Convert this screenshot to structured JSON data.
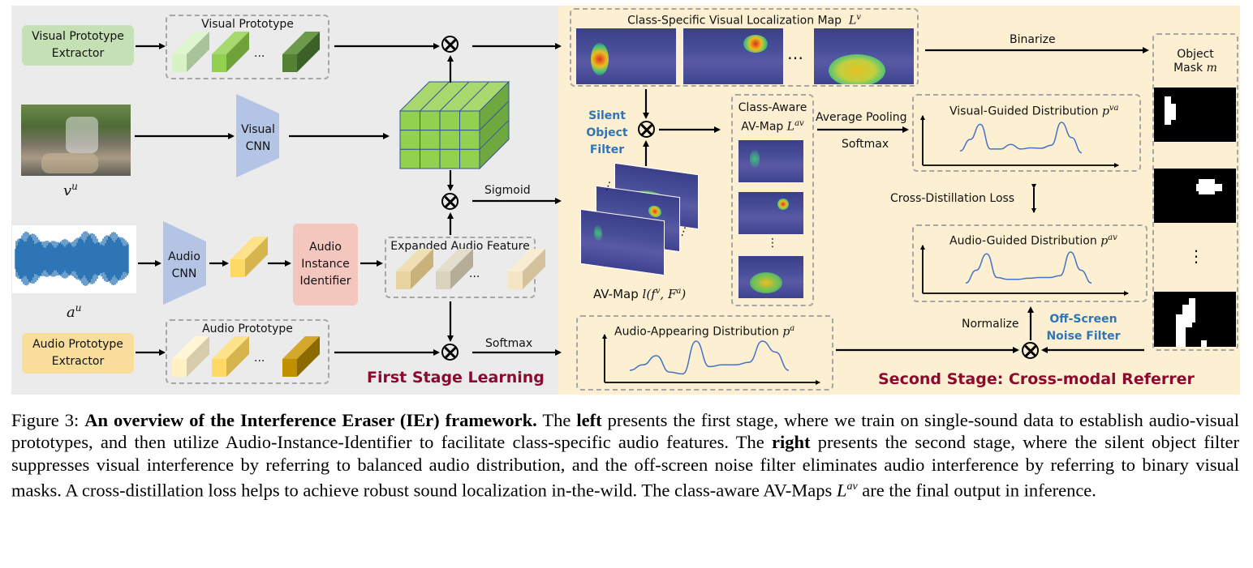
{
  "figure": {
    "left_stage": {
      "title": "First Stage Learning",
      "visual_prototype_extractor": "Visual Prototype\nExtractor",
      "visual_prototype_label": "Visual Prototype",
      "visual_input_label": "v",
      "visual_input_sup": "u",
      "visual_cnn": "Visual\nCNN",
      "audio_input_label": "a",
      "audio_input_sup": "u",
      "audio_cnn": "Audio\nCNN",
      "audio_instance_identifier": "Audio\nInstance\nIdentifier",
      "expanded_audio_feature": "Expanded Audio Feature",
      "audio_prototype_extractor": "Audio Prototype\nExtractor",
      "audio_prototype_label": "Audio Prototype",
      "sigmoid": "Sigmoid",
      "softmax": "Softmax",
      "ellipsis": "..."
    },
    "right_stage": {
      "title": "Second Stage: Cross-modal Referrer",
      "class_specific_map": "Class-Specific Visual Localization Map",
      "class_specific_symbol": "L",
      "class_specific_sup": "v",
      "binarize": "Binarize",
      "object_mask_line1": "Object",
      "object_mask_line2": "Mask",
      "object_mask_symbol": "m",
      "silent_filter": "Silent\nObject\nFilter",
      "class_aware_line1": "Class-Aware",
      "class_aware_line2": "AV-Map",
      "class_aware_symbol": "L",
      "class_aware_sup": "av",
      "average_pooling": "Average Pooling",
      "softmax": "Softmax",
      "visual_guided": "Visual-Guided Distribution",
      "visual_guided_symbol": "p",
      "visual_guided_sup": "va",
      "cross_distillation": "Cross-Distillation Loss",
      "audio_guided": "Audio-Guided Distribution",
      "audio_guided_symbol": "p",
      "audio_guided_sup": "av",
      "av_map": "AV-Map",
      "av_map_formula": "l(f",
      "av_map_sup1": "v",
      "av_map_mid": ", F",
      "av_map_sup2": "a",
      "av_map_end": ")",
      "audio_appearing": "Audio-Appearing Distribution",
      "audio_appearing_symbol": "p",
      "audio_appearing_sup": "a",
      "normalize": "Normalize",
      "offscreen_filter": "Off-Screen\nNoise Filter",
      "ellipsis": "…",
      "vdots": "⋮"
    },
    "colors": {
      "left_bg": "#ebebeb",
      "right_bg": "#fdf0d2",
      "stage_title": "#8b0a2e",
      "filter_label": "#2e75b6",
      "curve": "#4472c4",
      "visual_extractor": "#c5e0b4",
      "audio_extractor": "#f8de9a",
      "cnn": "#b4c4e4",
      "identifier": "#f4c7be"
    }
  },
  "caption": {
    "prefix": "Figure 3: ",
    "bold_title": "An overview of the Interference Eraser (IEr) framework.",
    "t1": " The ",
    "b_left": "left",
    "t2": " presents the first stage, where we train on single-sound data to establish audio-visual prototypes, and then utilize Audio-Instance-Identifier to facilitate class-specific audio features. The ",
    "b_right": "right",
    "t3": " presents the second stage, where the silent object filter suppresses visual interference by referring to balanced audio distribution, and the off-screen noise filter eliminates audio interference by referring to binary visual masks. A cross-distillation loss helps to achieve robust sound localization in-the-wild. The class-aware AV-Maps ",
    "sym": "L",
    "sym_sup": "av",
    "t4": " are the final output in inference."
  },
  "chart_data": [
    {
      "type": "line",
      "title": "Visual-Guided Distribution p^va",
      "x": [
        0,
        1,
        2,
        3,
        4,
        5,
        6,
        7,
        8,
        9,
        10,
        11,
        12
      ],
      "values": [
        0.25,
        0.55,
        0.95,
        0.3,
        0.3,
        0.42,
        0.3,
        0.33,
        0.32,
        0.4,
        1.0,
        0.6,
        0.2
      ]
    },
    {
      "type": "line",
      "title": "Audio-Guided Distribution p^av",
      "x": [
        0,
        1,
        2,
        3,
        4,
        5,
        6,
        7,
        8,
        9,
        10,
        11,
        12
      ],
      "values": [
        0.15,
        0.5,
        0.95,
        0.3,
        0.25,
        0.25,
        0.28,
        0.3,
        0.3,
        0.35,
        1.0,
        0.5,
        0.15
      ]
    },
    {
      "type": "line",
      "title": "Audio-Appearing Distribution p^a",
      "x": [
        0,
        1,
        2,
        3,
        4,
        5,
        6,
        7,
        8,
        9,
        10,
        11,
        12
      ],
      "values": [
        0.2,
        0.35,
        0.6,
        0.15,
        0.1,
        1.0,
        0.3,
        0.35,
        0.35,
        0.42,
        1.0,
        0.7,
        0.2
      ]
    }
  ]
}
